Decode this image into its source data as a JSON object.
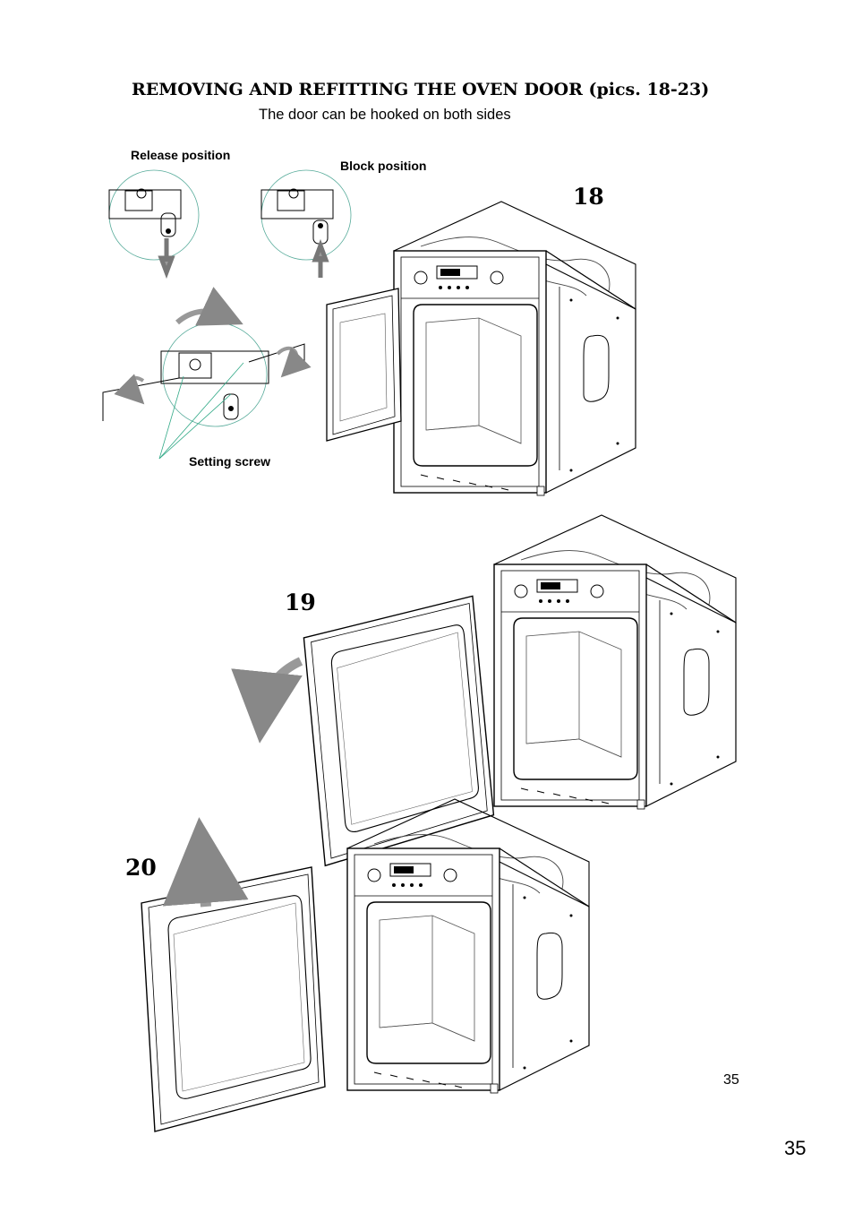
{
  "header": {
    "title": "REMOVING AND REFITTING THE OVEN DOOR  (pics. 18-23)",
    "subtitle": "The door can be hooked on both sides"
  },
  "detail_labels": {
    "release": "Release position",
    "block": "Block position",
    "setting_screw": "Setting screw"
  },
  "figures": {
    "fig18": "18",
    "fig19": "19",
    "fig20": "20"
  },
  "page_numbers": {
    "inner": "35",
    "outer": "35"
  }
}
